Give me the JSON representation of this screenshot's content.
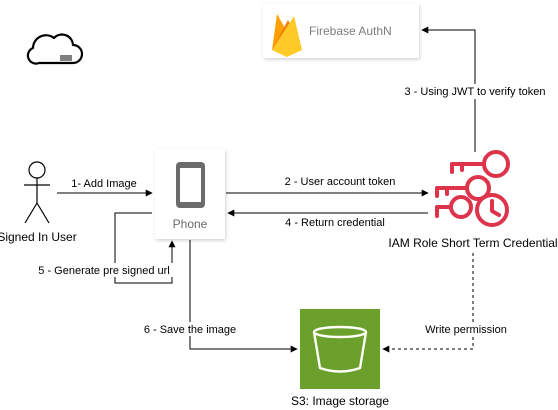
{
  "nodes": {
    "user": {
      "label": "Signed In User"
    },
    "phone": {
      "label": "Phone"
    },
    "firebase": {
      "label": "Firebase AuthN"
    },
    "iam": {
      "label": "IAM Role Short Term Credential"
    },
    "s3": {
      "label": "S3: Image storage"
    }
  },
  "edges": {
    "add_image": {
      "label": "1- Add Image"
    },
    "user_token": {
      "label": "2 - User account token"
    },
    "verify_token": {
      "label": "3 - Using JWT to verify token"
    },
    "return_credential": {
      "label": "4 - Return credential"
    },
    "presigned_url": {
      "label": "5 - Generate pre signed url"
    },
    "save_image": {
      "label": "6 - Save the image"
    },
    "write_permission": {
      "label": "Write permission"
    }
  },
  "colors": {
    "iam_red": "#dd344c",
    "s3_green": "#6aa02b",
    "firebase_yellow": "#ffca28",
    "firebase_orange": "#f57c00"
  }
}
